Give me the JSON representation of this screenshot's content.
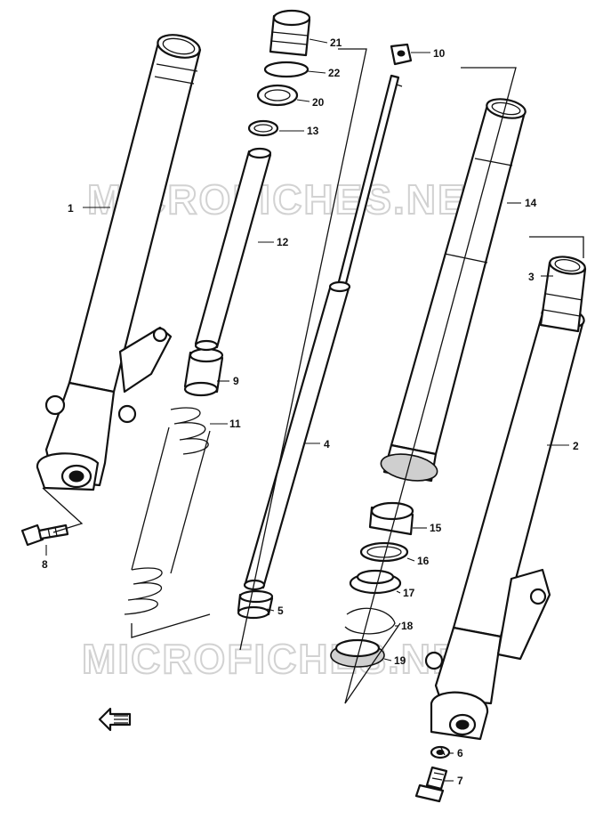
{
  "diagram": {
    "watermark": "MICROFICHES.NET",
    "callouts": [
      "1",
      "2",
      "3",
      "4",
      "5",
      "6",
      "7",
      "8",
      "9",
      "10",
      "11",
      "12",
      "13",
      "14",
      "15",
      "16",
      "17",
      "18",
      "19",
      "20",
      "21",
      "22"
    ]
  }
}
